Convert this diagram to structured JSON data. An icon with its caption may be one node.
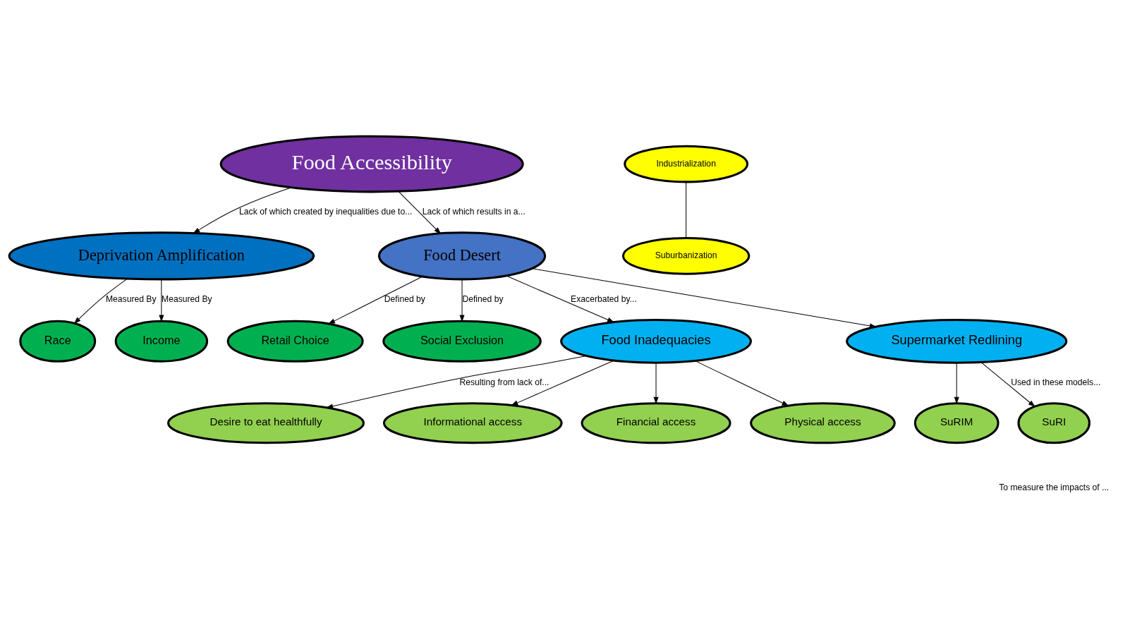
{
  "diagram": {
    "nodes": [
      {
        "text": [
          "Food Accessibility"
        ]
      },
      {
        "text": [
          "Deprivation Amplification"
        ]
      },
      {
        "text": [
          "Food Desert"
        ]
      },
      {
        "text": [
          "Race"
        ]
      },
      {
        "text": [
          "Income"
        ]
      },
      {
        "text": [
          "Retail Choice"
        ]
      },
      {
        "text": [
          "Social Exclusion"
        ]
      },
      {
        "text": [
          "Food Inadequacies"
        ]
      },
      {
        "text": [
          "Supermarket Redlining"
        ]
      },
      {
        "text": [
          "Desire to eat healthfully"
        ]
      },
      {
        "text": [
          "Informational access"
        ]
      },
      {
        "text": [
          "Financial access"
        ]
      },
      {
        "text": [
          "Physical access"
        ]
      },
      {
        "text": [
          "SuRIM"
        ]
      },
      {
        "text": [
          "SuRI"
        ]
      },
      {
        "text": [
          "Suburbanization"
        ]
      },
      {
        "text": [
          "Industrialization"
        ]
      }
    ],
    "edges": [
      {
        "from": 0,
        "to": 1,
        "arrow": "to",
        "label": "Lack of which created by inequalities due to..."
      },
      {
        "from": 0,
        "to": 2,
        "arrow": "to",
        "label": "Lack of which results in a..."
      },
      {
        "from": 1,
        "to": 3,
        "arrow": "to",
        "label": "Measured By"
      },
      {
        "from": 1,
        "to": 4,
        "arrow": "to",
        "label": "Measured By"
      },
      {
        "from": 2,
        "to": 5,
        "arrow": "to",
        "label": "Defined by"
      },
      {
        "from": 2,
        "to": 6,
        "arrow": "to",
        "label": "Defined by"
      },
      {
        "from": 2,
        "to": 7,
        "arrow": "to",
        "label": "Exacerbated by..."
      },
      {
        "from": 2,
        "to": 8,
        "arrow": "to"
      },
      {
        "from": 7,
        "to": 9,
        "arrow": "to",
        "label": "Resulting from lack of..."
      },
      {
        "from": 7,
        "to": 10,
        "arrow": "to"
      },
      {
        "from": 7,
        "to": 11,
        "arrow": "to"
      },
      {
        "from": 7,
        "to": 12,
        "arrow": "to"
      },
      {
        "from": 8,
        "to": 13,
        "arrow": "to"
      },
      {
        "from": 8,
        "to": 14,
        "arrow": "to",
        "label": "Used in these models..."
      },
      {
        "from": 16,
        "to": 15,
        "arrow": "none"
      }
    ],
    "labels": [
      "To measure the impacts of ..."
    ]
  }
}
